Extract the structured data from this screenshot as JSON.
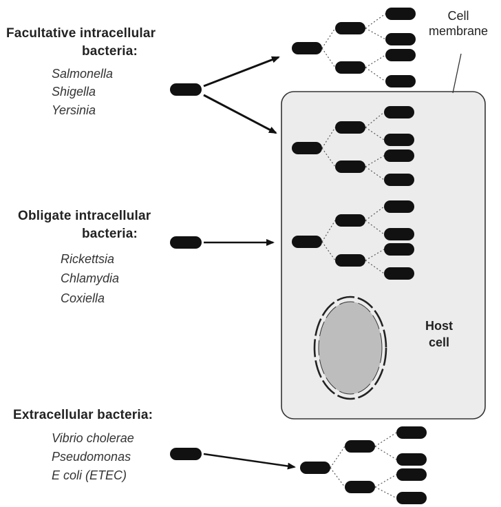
{
  "groups": {
    "facultative": {
      "heading_line1": "Facultative intracellular",
      "heading_line2": "bacteria:",
      "species": [
        "Salmonella",
        "Shigella",
        "Yersinia"
      ]
    },
    "obligate": {
      "heading_line1": "Obligate intracellular",
      "heading_line2": "bacteria:",
      "species": [
        "Rickettsia",
        "Chlamydia",
        "Coxiella"
      ]
    },
    "extracellular": {
      "heading": "Extracellular bacteria:",
      "species": [
        "Vibrio cholerae",
        "Pseudomonas",
        "E coli (ETEC)"
      ]
    }
  },
  "labels": {
    "cell_membrane_line1": "Cell",
    "cell_membrane_line2": "membrane",
    "host_cell_line1": "Host",
    "host_cell_line2": "cell"
  },
  "colors": {
    "bacterium": "#111111",
    "cell_fill": "#ececec",
    "cell_stroke": "#333333",
    "nucleus_fill": "#bdbdbd",
    "arrow": "#111111",
    "dotted_line": "#555555"
  }
}
